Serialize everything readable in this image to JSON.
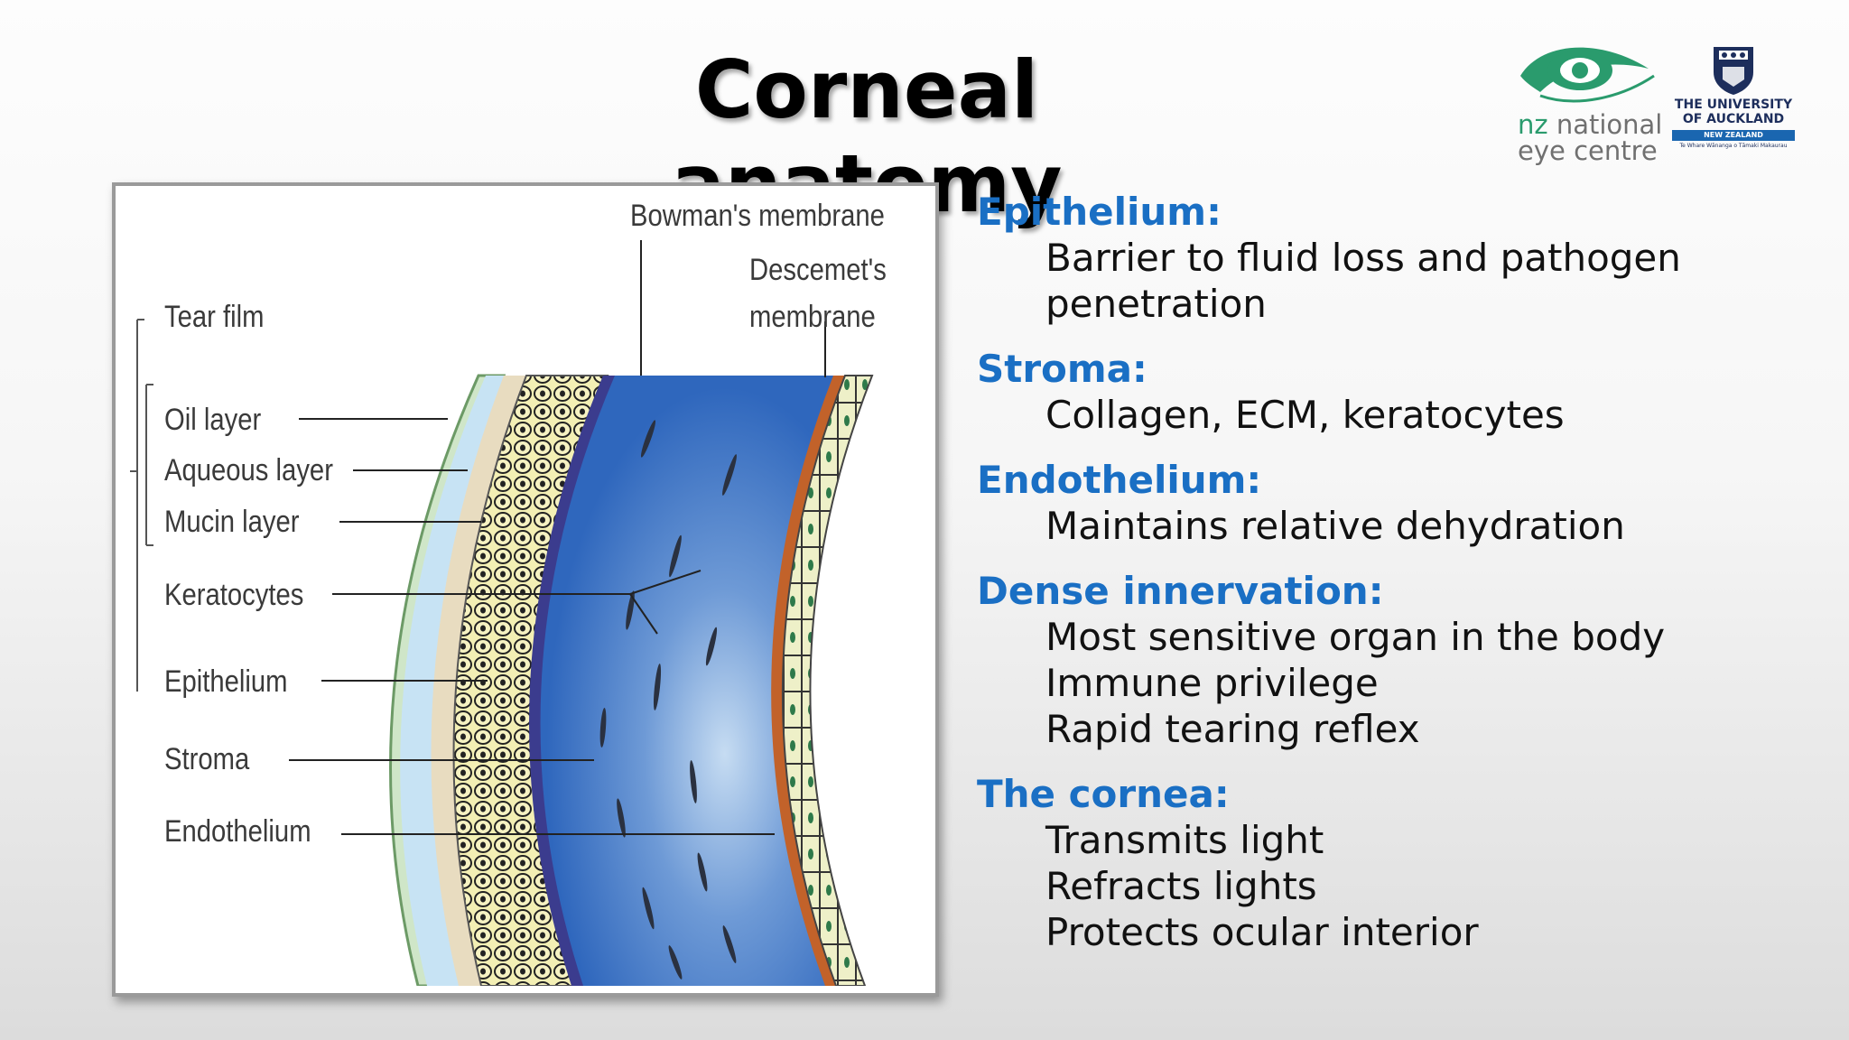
{
  "slide": {
    "title": "Corneal anatomy"
  },
  "logos": {
    "nec": {
      "line1_prefix": "nz",
      "line1_rest": " national",
      "line2": "eye centre",
      "color_green": "#2a9b6d"
    },
    "uoa": {
      "line1": "THE UNIVERSITY",
      "line2": "OF AUCKLAND",
      "band": "NEW ZEALAND",
      "motto": "Te Whare Wānanga o Tāmaki Makaurau",
      "color_navy": "#1d2e5c",
      "color_blue": "#1a66b0"
    }
  },
  "figure": {
    "labels": {
      "bowmans": "Bowman's membrane",
      "descemets_1": "Descemet's",
      "descemets_2": "membrane",
      "tear_film": "Tear film",
      "oil_layer": "Oil layer",
      "aqueous_layer": "Aqueous layer",
      "mucin_layer": "Mucin layer",
      "keratocytes": "Keratocytes",
      "epithelium": "Epithelium",
      "stroma": "Stroma",
      "endothelium": "Endothelium"
    },
    "colors": {
      "stroma": "#3f78c8",
      "epithelium": "#f3efb4",
      "tear_film": "#c7e3f4",
      "endothelium": "#eef0c8",
      "descemet": "#c2622a"
    }
  },
  "sections": [
    {
      "heading": "Epithelium:",
      "items": [
        "Barrier to fluid loss and pathogen",
        "penetration"
      ]
    },
    {
      "heading": "Stroma:",
      "items": [
        "Collagen, ECM, keratocytes"
      ]
    },
    {
      "heading": "Endothelium:",
      "items": [
        "Maintains relative dehydration"
      ]
    },
    {
      "heading": "Dense innervation:",
      "items": [
        "Most sensitive organ in the body",
        "Immune privilege",
        "Rapid tearing reflex"
      ]
    },
    {
      "heading": "The cornea:",
      "items": [
        "Transmits light",
        "Refracts lights",
        "Protects ocular interior"
      ]
    }
  ],
  "accent_color": "#1a6fc4"
}
